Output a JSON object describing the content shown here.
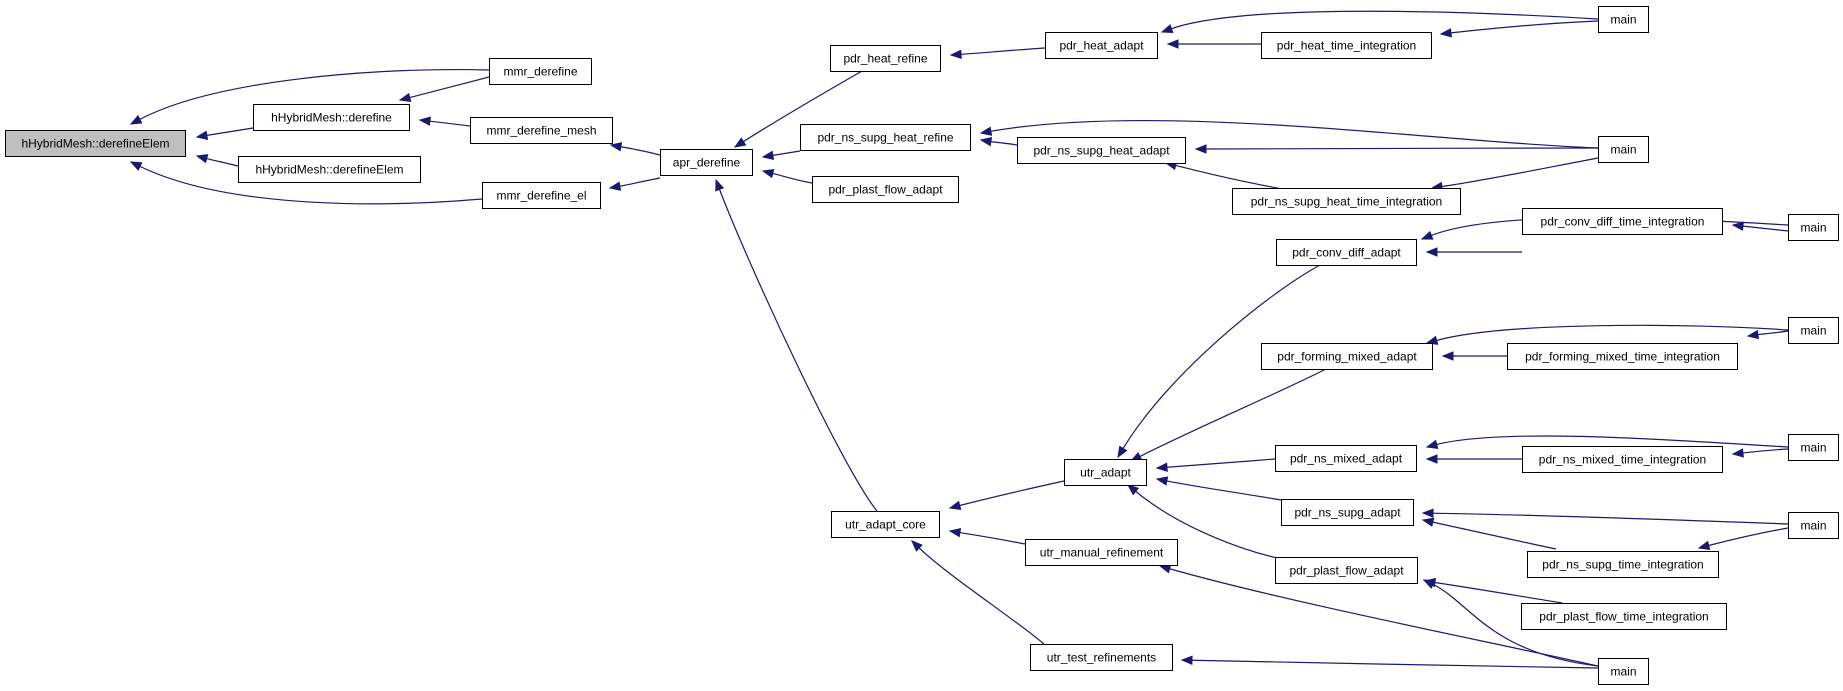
{
  "diagram": {
    "nodes": [
      {
        "id": "n0",
        "label": "hHybridMesh::derefineElem",
        "root": true
      },
      {
        "id": "n1",
        "label": "mmr_derefine"
      },
      {
        "id": "n2",
        "label": "hHybridMesh::derefine"
      },
      {
        "id": "n3",
        "label": "mmr_derefine_mesh"
      },
      {
        "id": "n4",
        "label": "hHybridMesh::derefineElem"
      },
      {
        "id": "n5",
        "label": "mmr_derefine_el"
      },
      {
        "id": "n6",
        "label": "apr_derefine"
      },
      {
        "id": "n7",
        "label": "pdr_heat_refine"
      },
      {
        "id": "n8",
        "label": "pdr_heat_adapt"
      },
      {
        "id": "n9",
        "label": "pdr_heat_time_integration"
      },
      {
        "id": "n10",
        "label": "main"
      },
      {
        "id": "n11",
        "label": "pdr_ns_supg_heat_refine"
      },
      {
        "id": "n12",
        "label": "pdr_ns_supg_heat_adapt"
      },
      {
        "id": "n13",
        "label": "main"
      },
      {
        "id": "n14",
        "label": "pdr_ns_supg_heat_time_integration"
      },
      {
        "id": "n15",
        "label": "pdr_plast_flow_adapt"
      },
      {
        "id": "n16",
        "label": "utr_adapt_core"
      },
      {
        "id": "n17",
        "label": "utr_adapt"
      },
      {
        "id": "n18",
        "label": "pdr_conv_diff_adapt"
      },
      {
        "id": "n19",
        "label": "pdr_conv_diff_time_integration"
      },
      {
        "id": "n20",
        "label": "main"
      },
      {
        "id": "n21",
        "label": "pdr_forming_mixed_adapt"
      },
      {
        "id": "n22",
        "label": "pdr_forming_mixed_time_integration"
      },
      {
        "id": "n23",
        "label": "main"
      },
      {
        "id": "n24",
        "label": "pdr_ns_mixed_adapt"
      },
      {
        "id": "n25",
        "label": "pdr_ns_mixed_time_integration"
      },
      {
        "id": "n26",
        "label": "main"
      },
      {
        "id": "n27",
        "label": "pdr_ns_supg_adapt"
      },
      {
        "id": "n28",
        "label": "main"
      },
      {
        "id": "n29",
        "label": "pdr_ns_supg_time_integration"
      },
      {
        "id": "n30",
        "label": "pdr_plast_flow_adapt"
      },
      {
        "id": "n31",
        "label": "pdr_plast_flow_time_integration"
      },
      {
        "id": "n32",
        "label": "main"
      },
      {
        "id": "n33",
        "label": "utr_manual_refinement"
      },
      {
        "id": "n34",
        "label": "utr_test_refinements"
      }
    ],
    "edges": [
      {
        "from": "n1",
        "to": "n0"
      },
      {
        "from": "n2",
        "to": "n0"
      },
      {
        "from": "n4",
        "to": "n0"
      },
      {
        "from": "n5",
        "to": "n0"
      },
      {
        "from": "n1",
        "to": "n2"
      },
      {
        "from": "n3",
        "to": "n2"
      },
      {
        "from": "n6",
        "to": "n3"
      },
      {
        "from": "n6",
        "to": "n5"
      },
      {
        "from": "n7",
        "to": "n6"
      },
      {
        "from": "n11",
        "to": "n6"
      },
      {
        "from": "n15",
        "to": "n6"
      },
      {
        "from": "n16",
        "to": "n6"
      },
      {
        "from": "n8",
        "to": "n7"
      },
      {
        "from": "n9",
        "to": "n8"
      },
      {
        "from": "n10",
        "to": "n8"
      },
      {
        "from": "n10",
        "to": "n9"
      },
      {
        "from": "n12",
        "to": "n11"
      },
      {
        "from": "n13",
        "to": "n11"
      },
      {
        "from": "n13",
        "to": "n12"
      },
      {
        "from": "n14",
        "to": "n12"
      },
      {
        "from": "n13",
        "to": "n14"
      },
      {
        "from": "n17",
        "to": "n16"
      },
      {
        "from": "n33",
        "to": "n16"
      },
      {
        "from": "n34",
        "to": "n16"
      },
      {
        "from": "n18",
        "to": "n17"
      },
      {
        "from": "n21",
        "to": "n17"
      },
      {
        "from": "n24",
        "to": "n17"
      },
      {
        "from": "n27",
        "to": "n17"
      },
      {
        "from": "n30",
        "to": "n17"
      },
      {
        "from": "n19",
        "to": "n18"
      },
      {
        "from": "n20",
        "to": "n18"
      },
      {
        "from": "n20",
        "to": "n19"
      },
      {
        "from": "n22",
        "to": "n21"
      },
      {
        "from": "n23",
        "to": "n21"
      },
      {
        "from": "n23",
        "to": "n22"
      },
      {
        "from": "n25",
        "to": "n24"
      },
      {
        "from": "n26",
        "to": "n24"
      },
      {
        "from": "n26",
        "to": "n25"
      },
      {
        "from": "n28",
        "to": "n27"
      },
      {
        "from": "n29",
        "to": "n27"
      },
      {
        "from": "n28",
        "to": "n29"
      },
      {
        "from": "n31",
        "to": "n30"
      },
      {
        "from": "n32",
        "to": "n30"
      },
      {
        "from": "n32",
        "to": "n33"
      },
      {
        "from": "n32",
        "to": "n34"
      }
    ]
  },
  "colors": {
    "edge": "#191970",
    "node_border": "#000000",
    "node_fill": "#ffffff",
    "root_fill": "#bfbfbf"
  }
}
